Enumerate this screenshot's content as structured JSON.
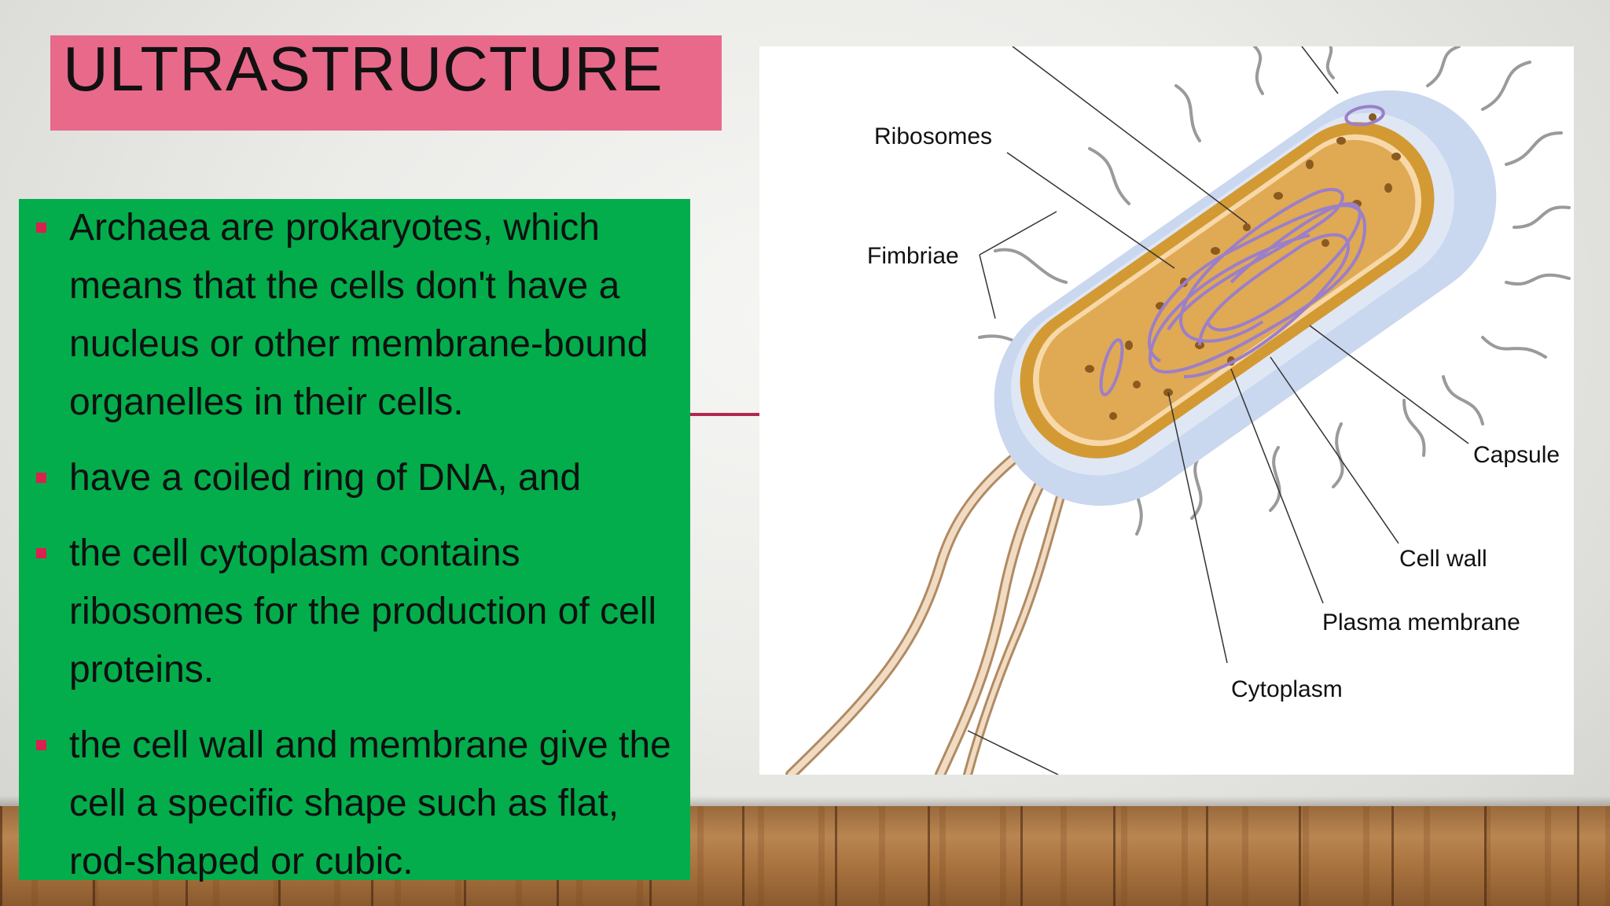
{
  "slide": {
    "title": "ULTRASTRUCTURE",
    "bullets": [
      "Archaea are prokaryotes, which means that the cells don't have a nucleus or other membrane-bound organelles in their cells.",
      "have a coiled ring of DNA, and",
      "the cell cytoplasm contains ribosomes for the production of cell proteins.",
      "the cell wall and membrane give the cell a specific shape such as flat, rod-shaped or cubic."
    ]
  },
  "diagram": {
    "labels": {
      "ribosomes": "Ribosomes",
      "fimbriae": "Fimbriae",
      "capsule": "Capsule",
      "cell_wall": "Cell wall",
      "plasma_membrane": "Plasma membrane",
      "cytoplasm": "Cytoplasm"
    }
  },
  "colors": {
    "title_bg": "#e8698a",
    "content_bg": "#03ad4b",
    "bullet_marker": "#d9214f",
    "connector": "#b0284e",
    "capsule": "#cbd8ee",
    "cell_wall": "#d9a441",
    "cytoplasm": "#f2c27a",
    "dna": "#9b7fc9",
    "flagella": "#e6c29a"
  }
}
